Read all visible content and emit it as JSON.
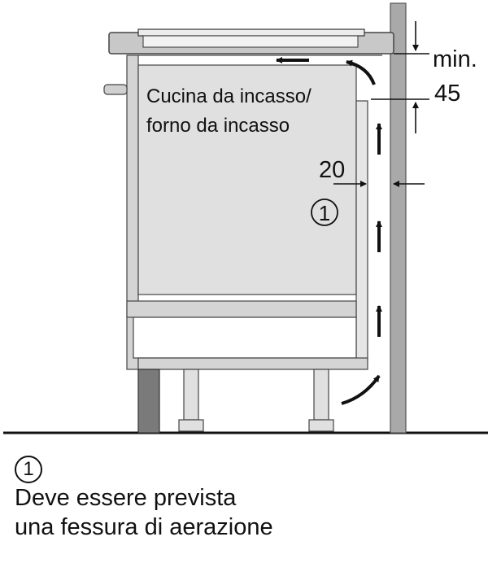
{
  "labels": {
    "appliance": [
      "Cucina da incasso/",
      "forno da incasso"
    ],
    "gap_top_line1": "min.",
    "gap_top_line2": "45",
    "gap_side": "20",
    "marker": "1"
  },
  "legend": {
    "marker": "1",
    "lines": [
      "Deve essere prevista",
      "una fessura di aerazione"
    ]
  },
  "colors": {
    "panel": "#e0e0e0",
    "cabinet": "#d4d4d4",
    "wall": "#a9a9a9",
    "plinth": "#7a7a7a",
    "stroke": "#111111"
  }
}
